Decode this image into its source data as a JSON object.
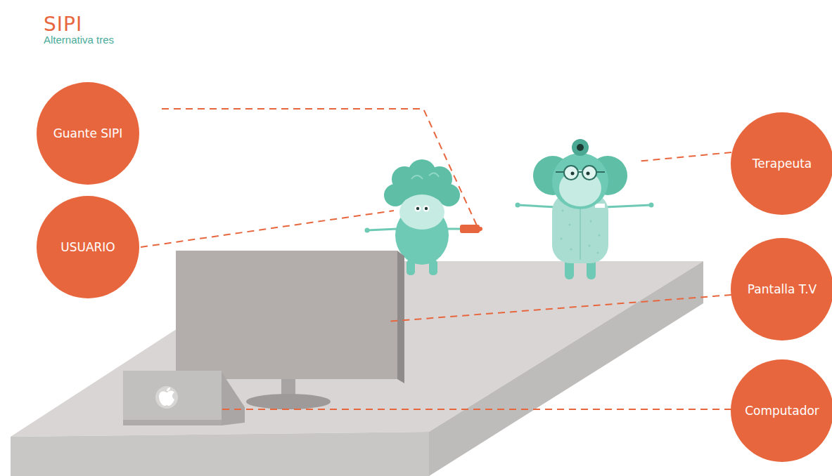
{
  "diagram": {
    "title": "SIPI",
    "nodes": [
      {
        "text": [
          "Guante SIPI"
        ]
      },
      {
        "text": [
          "Terapeuta"
        ]
      },
      {
        "text": [
          "USUARIO"
        ]
      },
      {
        "text": [
          "Pantalla T.V"
        ]
      },
      {
        "text": [
          "Computador"
        ]
      }
    ],
    "labels": [
      "Alternativa tres"
    ]
  }
}
